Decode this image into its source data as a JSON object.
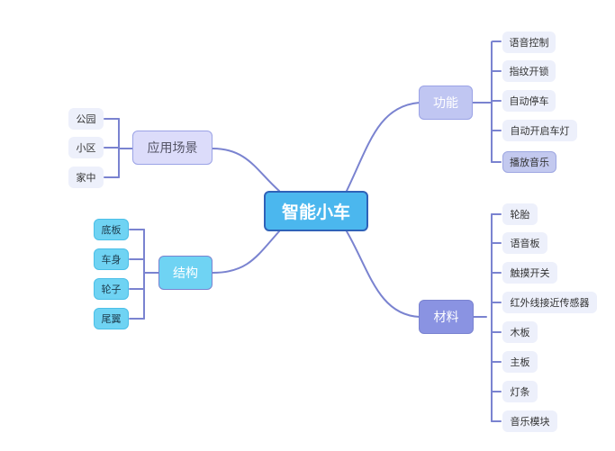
{
  "root": {
    "label": "智能小车"
  },
  "branches": {
    "function": {
      "label": "功能",
      "items": [
        "语音控制",
        "指纹开锁",
        "自动停车",
        "自动开启车灯",
        "播放音乐"
      ]
    },
    "material": {
      "label": "材料",
      "items": [
        "轮胎",
        "语音板",
        "触摸开关",
        "红外线接近传感器",
        "木板",
        "主板",
        "灯条",
        "音乐模块"
      ]
    },
    "scene": {
      "label": "应用场景",
      "items": [
        "公园",
        "小区",
        "家中"
      ]
    },
    "structure": {
      "label": "结构",
      "items": [
        "底板",
        "车身",
        "轮子",
        "尾翼"
      ]
    }
  },
  "colors": {
    "link": "#7a83d0",
    "root_fill": "#4bb7ee",
    "function_fill": "#c0c6f2",
    "material_fill": "#8a93e2",
    "scene_fill": "#dcdcfa",
    "structure_fill": "#6fd3f3",
    "leaf_fill": "#edf0fb"
  }
}
